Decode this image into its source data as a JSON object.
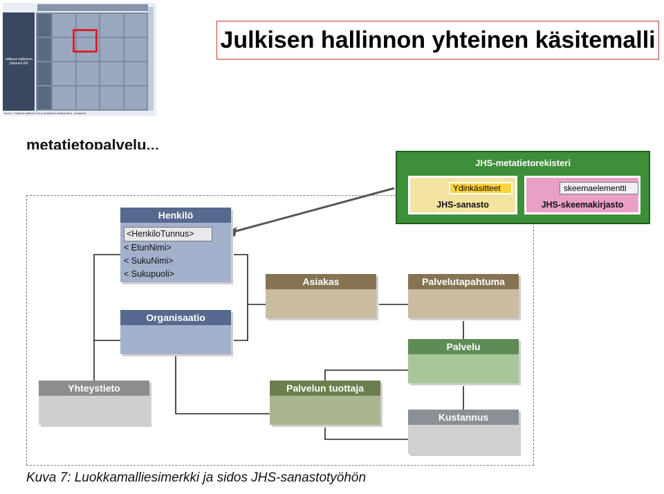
{
  "title": "Julkisen hallinnon yhteinen käsitemalli",
  "fragment_text": "metatietopalvelu...",
  "thumbnail": {
    "side_label": "Julkisen hallinnon yhteinen KA",
    "caption": "Kuva 2: Julkisen hallinnon KA:n arkkitehtuurinäkymät ja -kuvaukset"
  },
  "entities": {
    "henkilo": {
      "name": "Henkilö",
      "attributes": [
        "<HenkiloTunnus>",
        "< EtunNimi>",
        "< SukuNimi>",
        "< Sukupuoli>"
      ]
    },
    "organisaatio": {
      "name": "Organisaatio"
    },
    "asiakas": {
      "name": "Asiakas"
    },
    "palvelutapahtuma": {
      "name": "Palvelutapahtuma"
    },
    "palvelu": {
      "name": "Palvelu"
    },
    "palvelun_tuottaja": {
      "name": "Palvelun tuottaja"
    },
    "yhteystieto": {
      "name": "Yhteystieto"
    },
    "kustannus": {
      "name": "Kustannus"
    }
  },
  "registry": {
    "title": "JHS-metatietorekisteri",
    "sanasto": {
      "label": "JHS-sanasto",
      "item": "Ydinkäsitteet"
    },
    "skeema": {
      "label": "JHS-skeemakirjasto",
      "item": "skeemaelementti"
    }
  },
  "caption": "Kuva 7: Luokkamalliesimerkki ja sidos JHS-sanastotyöhön",
  "colors": {
    "title_border": "#c0392b",
    "registry_green": "#3e8f3a",
    "person_blue": "#56698e",
    "client_brown": "#857352",
    "service_green": "#5f8c55",
    "highlight_red": "#d9232b"
  }
}
